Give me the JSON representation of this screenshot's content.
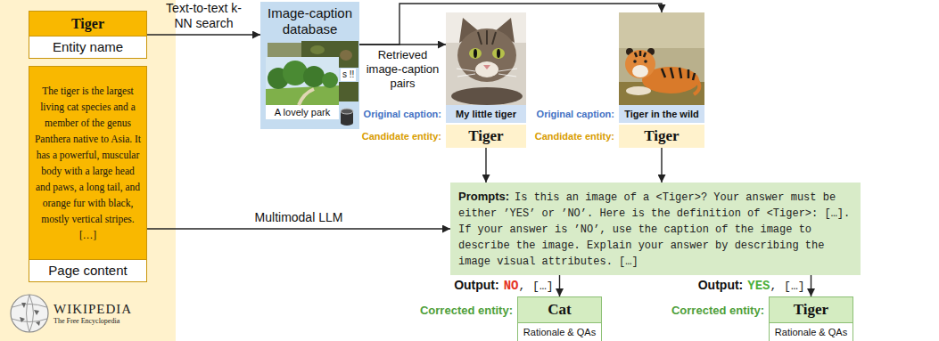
{
  "diagram": {
    "nodes": [
      {
        "text": [
          "WIKIPEDIA",
          "The Free Encyclopedia"
        ]
      },
      {
        "text": [
          "Tiger",
          "Entity name"
        ],
        "in": 0
      },
      {
        "text": [
          "The tiger is the largest living cat species and a member of the genus Panthera native to Asia. It has a powerful, muscular body with a large head and paws, a long tail, and orange fur with black, mostly vertical stripes. […]",
          "Page content"
        ],
        "in": 0
      },
      {
        "text": [
          "Image-caption database",
          "A lovely park",
          "s !!"
        ]
      },
      {
        "text": [
          "My little tiger",
          "Tiger"
        ]
      },
      {
        "text": [
          "Tiger in the wild",
          "Tiger"
        ]
      },
      {
        "text": [
          "Prompts:",
          "Is this an image of a <Tiger>? Your answer must be either ’YES’ or ’NO’. Here is the definition of <Tiger>: […]. If your answer is ’NO’, use the caption of the image to describe the image. Explain your answer by describing the image visual attributes. […]"
        ]
      },
      {
        "text": [
          "Cat",
          "Rationale & QAs"
        ]
      },
      {
        "text": [
          "Tiger",
          "Rationale & QAs"
        ]
      }
    ],
    "edges": [
      {
        "from": 1,
        "to": 3,
        "label": "Text-to-text k-NN search",
        "arrow": "to"
      },
      {
        "from": 3,
        "to": 4,
        "label": "Retrieved image-caption pairs",
        "arrow": "to"
      },
      {
        "from": 3,
        "to": 5,
        "arrow": "to"
      },
      {
        "from": 2,
        "to": 6,
        "label": "Multimodal LLM",
        "arrow": "to"
      },
      {
        "from": 4,
        "to": 6,
        "arrow": "to"
      },
      {
        "from": 5,
        "to": 6,
        "arrow": "to"
      },
      {
        "from": 6,
        "to": 7,
        "arrow": "to"
      },
      {
        "from": 6,
        "to": 8,
        "arrow": "to"
      }
    ],
    "labels": [
      "Original caption:",
      "Candidate entity:",
      "Original caption:",
      "Candidate entity:",
      "Output:",
      "NO",
      ", […]",
      "Output:",
      "YES",
      ", […]",
      "Corrected entity:",
      "Corrected entity:"
    ]
  }
}
